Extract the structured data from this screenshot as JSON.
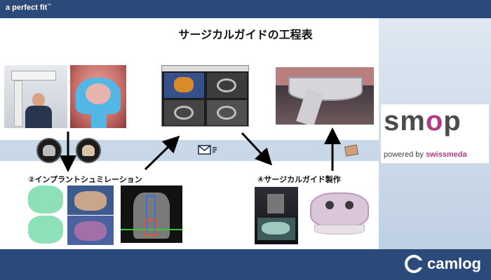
{
  "header": {
    "brand": "a perfect fit",
    "brand_mark": "™"
  },
  "slide": {
    "title": "サージカルガイドの工程表"
  },
  "steps": {
    "step2_label": "②インプラントシュミレーション",
    "step4_label": "④サージカルガイド製作"
  },
  "smop": {
    "logo_s": "sm",
    "logo_o": "o",
    "logo_p": "p",
    "powered_by": "powered by ",
    "swissmeda_a": "swiss",
    "swissmeda_b": "meda"
  },
  "footer": {
    "company": "camlog"
  },
  "colors": {
    "header": "#2b4a7a",
    "band": "#c9d8e8",
    "accent": "#b33a86"
  },
  "icons": [
    "mail-icon",
    "package-icon"
  ]
}
